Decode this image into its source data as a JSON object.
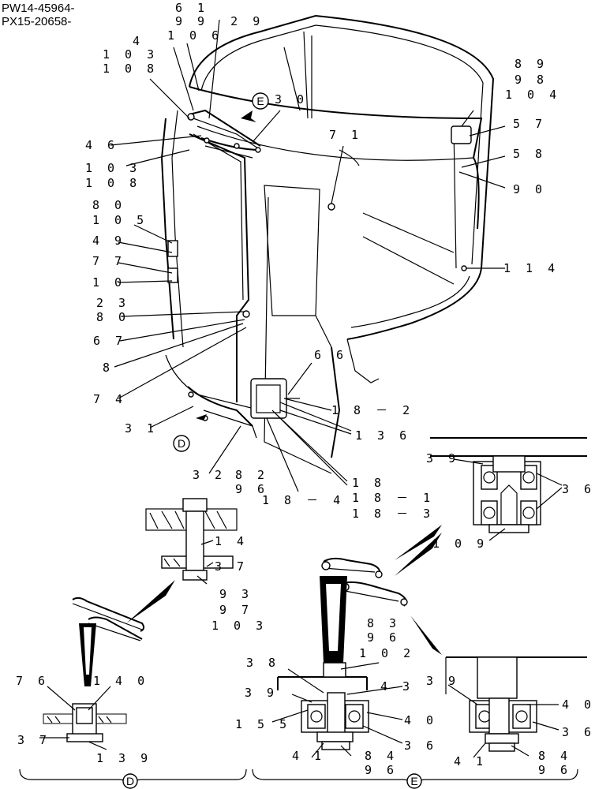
{
  "header": {
    "line1": "PW14-45964-",
    "line2": "PX15-20658-"
  },
  "callouts": {
    "d": "D",
    "e": "E"
  },
  "labels": {
    "l61": "6 1",
    "l99_29": "9 9  2 9",
    "l106": "1 0 6",
    "l4": "4",
    "l103a": "1 0 3",
    "l108a": "1 0 8",
    "l30": "3 0",
    "l89": "8 9",
    "l98": "9 8",
    "l104": "1 0 4",
    "l57": "5 7",
    "l46": "4 6",
    "l103b": "1 0 3",
    "l108b": "1 0 8",
    "l58": "5 8",
    "l71": "7 1",
    "l90": "9 0",
    "l80a": "8 0",
    "l105": "1 0 5",
    "l49": "4 9",
    "l77": "7 7",
    "l10": "1 0",
    "l114": "1 1 4",
    "l23": "2 3",
    "l80b": "8 0",
    "l67": "6 7",
    "l8": "8",
    "l66": "6 6",
    "l74": "7 4",
    "l18_2": "1 8 － 2",
    "l31": "3 1",
    "l136": "1 3 6",
    "l39a": "3 9",
    "l36a": "3 6",
    "l32": "3 2",
    "l82": "8 2",
    "l96a": "9 6",
    "l18_4": "1 8 － 4",
    "l18": "1 8",
    "l18_1": "1 8 － 1",
    "l18_3": "1 8 － 3",
    "l14": "1 4",
    "l109": "1 0 9",
    "l37a": "3 7",
    "l93": "9 3",
    "l97": "9 7",
    "l103c": "1 0 3",
    "l83": "8 3",
    "l96b": "9 6",
    "l102": "1 0 2",
    "l38": "3 8",
    "l76": "7 6",
    "l140": "1 4 0",
    "l43": "4 3",
    "l39b": "3 9",
    "l39c": "3 9",
    "l40a": "4 0",
    "l40b": "4 0",
    "l155": "1 5 5",
    "l36b": "3 6",
    "l36c": "3 6",
    "l37b": "3 7",
    "l139": "1 3 9",
    "l41a": "4 1",
    "l84a": "8 4",
    "l96c": "9 6",
    "l41b": "4 1",
    "l84b": "8 4",
    "l96d": "9 6"
  }
}
